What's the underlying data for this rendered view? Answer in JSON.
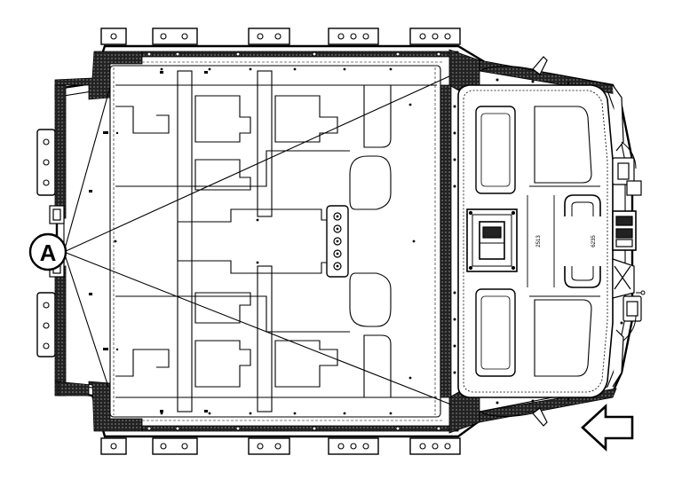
{
  "callout": {
    "letter": "A"
  },
  "part_marks": {
    "mark_1": "2513",
    "mark_2": "6235"
  },
  "direction_arrow": {
    "icon": "left-arrow-icon",
    "meaning": "front"
  },
  "colors": {
    "line": "#000000",
    "background": "#ffffff",
    "sealant_band": "#333333"
  }
}
